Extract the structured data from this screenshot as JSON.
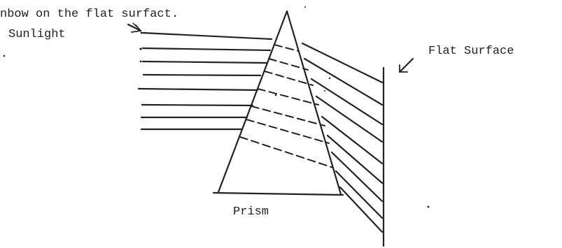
{
  "caption": "nbow on the flat surfact.",
  "labels": {
    "sunlight": "Sunlight",
    "flat_surface": "Flat Surface",
    "prism": "Prism"
  },
  "colors": {
    "ink": "#222222",
    "background": "#ffffff"
  },
  "diagram": {
    "incoming_rays": 8,
    "internal_rays": 7,
    "outgoing_rays": 9
  }
}
